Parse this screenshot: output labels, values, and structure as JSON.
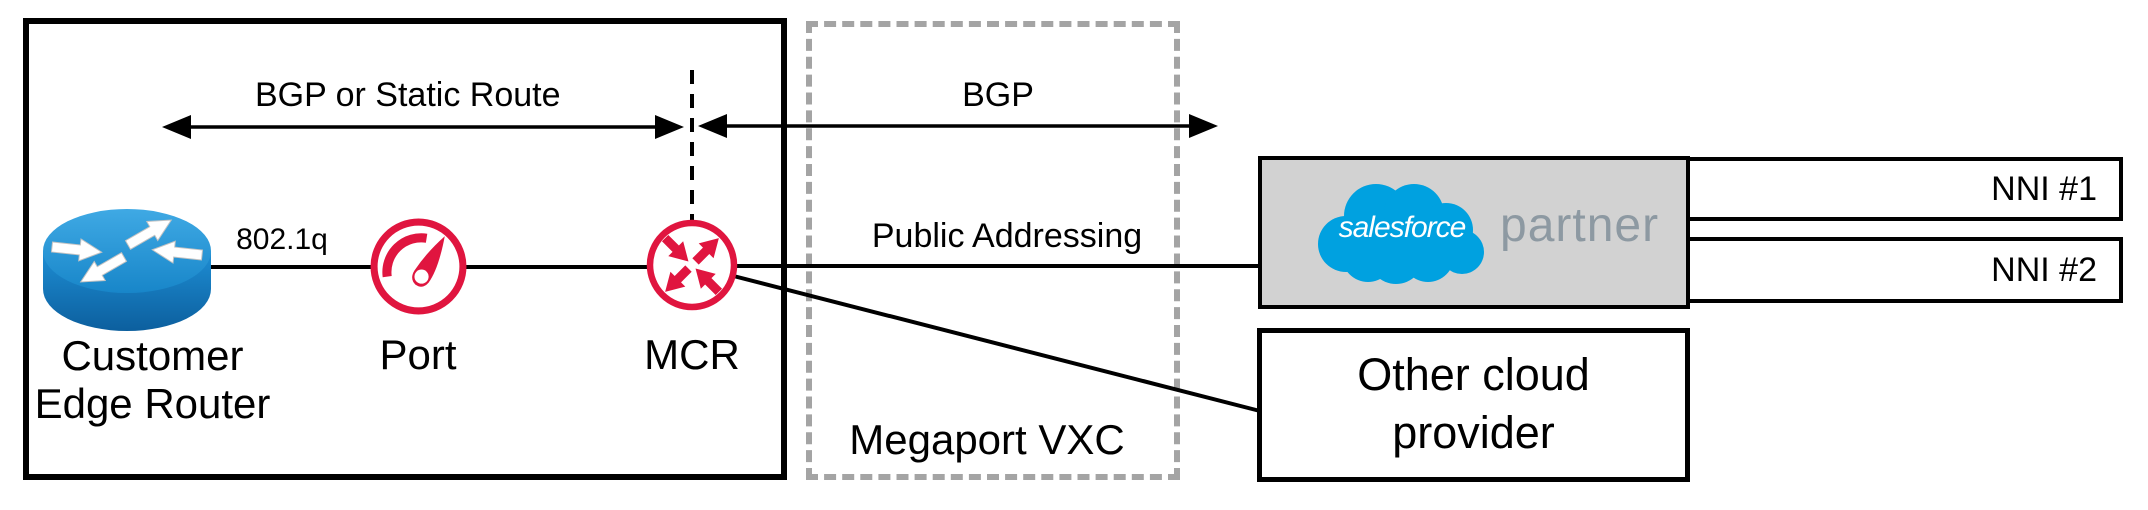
{
  "colors": {
    "megaport_red": "#e0153f",
    "router_blue": "#1b87cc",
    "salesforce_blue": "#00a1e0",
    "partner_gray": "#8d99a2",
    "salesforce_box_fill": "#d2d2d2",
    "vxc_dash_gray": "#a4a4a4",
    "line_black": "#000000"
  },
  "customer_network": {
    "router_label_line1": "Customer",
    "router_label_line2": "Edge Router",
    "link_label": "802.1q",
    "port_label": "Port",
    "mcr_label": "MCR",
    "routing_arrow_label": "BGP or Static Route"
  },
  "megaport": {
    "vxc_label": "Megaport VXC",
    "bgp_arrow_label": "BGP",
    "addressing_label": "Public Addressing"
  },
  "providers": {
    "salesforce_logo_text": "salesforce",
    "salesforce_partner_text": "partner",
    "nni_labels": [
      "NNI #1",
      "NNI #2"
    ],
    "other_cloud_label_line1": "Other cloud",
    "other_cloud_label_line2": "provider"
  }
}
